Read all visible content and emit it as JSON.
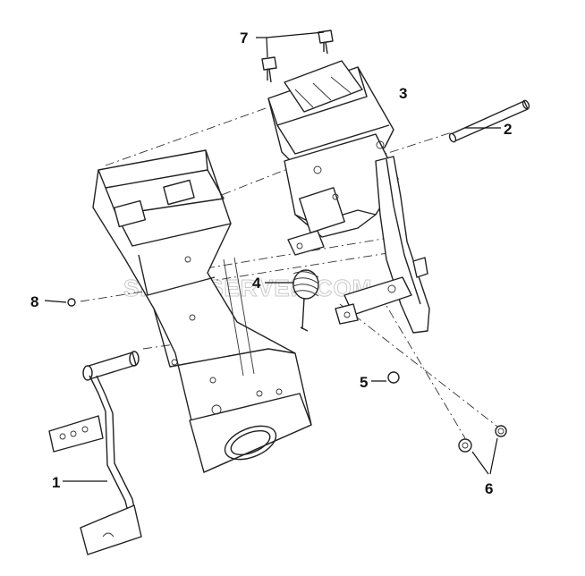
{
  "watermark": "SPARCSERVER.COM",
  "callouts": [
    {
      "id": "1",
      "text": "1"
    },
    {
      "id": "2",
      "text": "2"
    },
    {
      "id": "3",
      "text": "3"
    },
    {
      "id": "4",
      "text": "4"
    },
    {
      "id": "5",
      "text": "5"
    },
    {
      "id": "6",
      "text": "6"
    },
    {
      "id": "7",
      "text": "7"
    },
    {
      "id": "8",
      "text": "8"
    }
  ]
}
